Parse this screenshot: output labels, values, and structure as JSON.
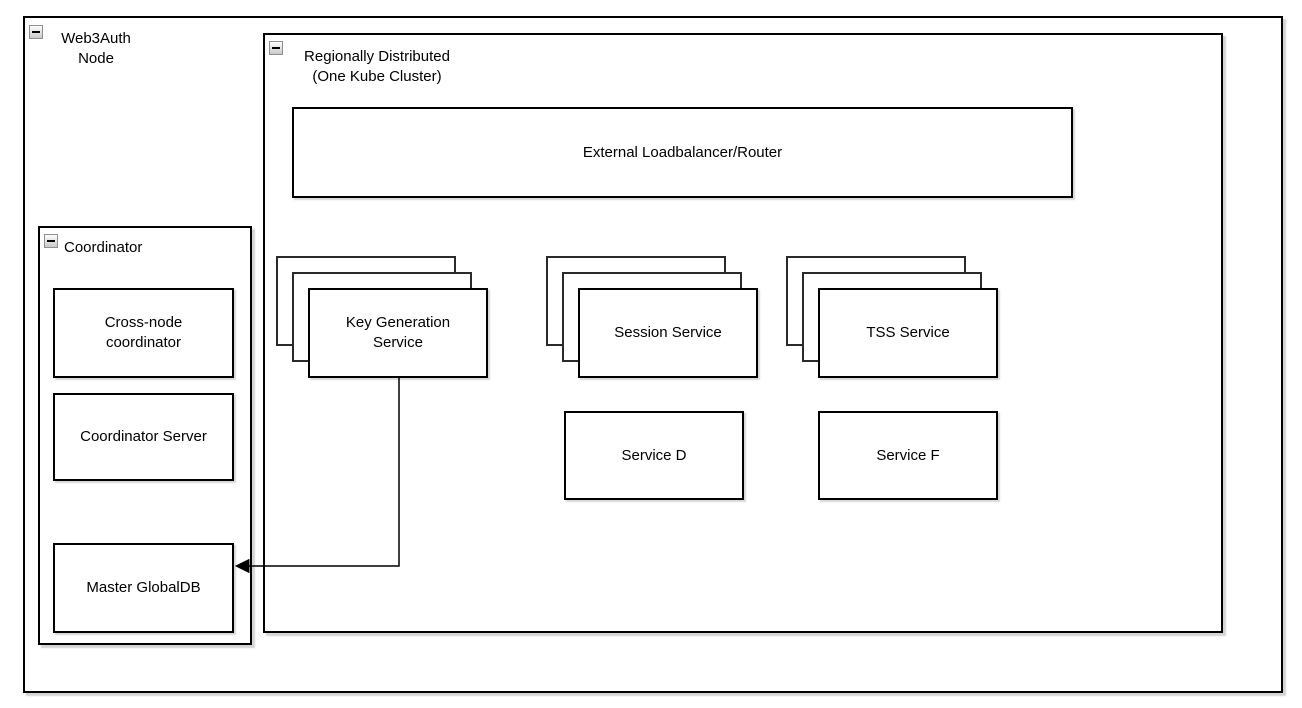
{
  "diagram": {
    "outer_container": {
      "label": "Web3Auth\nNode",
      "collapse_icon": "minus"
    },
    "cluster_container": {
      "label": "Regionally Distributed\n(One Kube Cluster)",
      "collapse_icon": "minus"
    },
    "loadbalancer": {
      "label": "External Loadbalancer/Router"
    },
    "stacks": [
      {
        "id": "key-generation-service",
        "label": "Key Generation\nService",
        "replicas": 3
      },
      {
        "id": "session-service",
        "label": "Session Service",
        "replicas": 3
      },
      {
        "id": "tss-service",
        "label": "TSS Service",
        "replicas": 3
      }
    ],
    "services": [
      {
        "id": "service-d",
        "label": "Service D"
      },
      {
        "id": "service-f",
        "label": "Service F"
      }
    ],
    "coordinator": {
      "label": "Coordinator",
      "collapse_icon": "minus",
      "children": [
        {
          "id": "cross-node-coordinator",
          "label": "Cross-node\ncoordinator"
        },
        {
          "id": "coordinator-server",
          "label": "Coordinator Server"
        },
        {
          "id": "master-globaldb",
          "label": "Master GlobalDB"
        }
      ]
    },
    "connections": [
      {
        "from": "key-generation-service",
        "to": "master-globaldb",
        "style": "orthogonal",
        "arrowhead": "to"
      }
    ],
    "colors": {
      "border": "#000000",
      "background": "#ffffff",
      "shadow": "#b0b0b0"
    }
  }
}
